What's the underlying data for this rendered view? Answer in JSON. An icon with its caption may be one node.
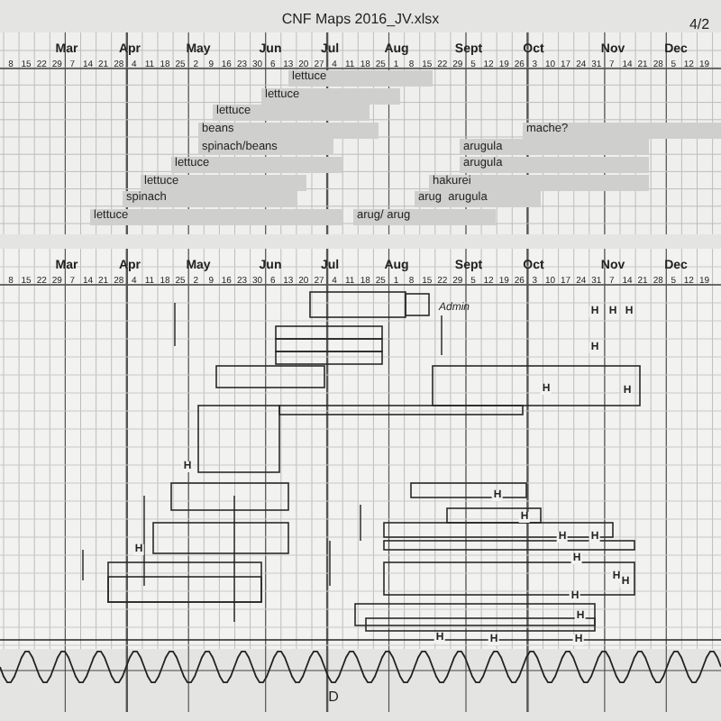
{
  "diagram": {
    "title": "CNF Maps 2016_JV.xlsx",
    "nodes": [
      {
        "text": [
          "lettuce"
        ]
      },
      {
        "text": [
          "lettuce"
        ]
      },
      {
        "text": [
          "lettuce"
        ]
      },
      {
        "text": [
          "beans"
        ]
      },
      {
        "text": [
          "mache?"
        ]
      },
      {
        "text": [
          "spinach/beans"
        ]
      },
      {
        "text": [
          "arugula"
        ]
      },
      {
        "text": [
          "lettuce"
        ]
      },
      {
        "text": [
          "arugula"
        ]
      },
      {
        "text": [
          "lettuce"
        ]
      },
      {
        "text": [
          "hakurei"
        ]
      },
      {
        "text": [
          "spinach"
        ]
      },
      {
        "text": [
          "arug  arugula"
        ]
      },
      {
        "text": [
          "lettuce"
        ]
      },
      {
        "text": [
          "arug/ arug"
        ]
      }
    ],
    "edges": [],
    "labels": [
      "4/2",
      "Mar",
      "Apr",
      "May",
      "Jun",
      "Jul",
      "Aug",
      "Sept",
      "Oct",
      "Nov",
      "Dec",
      "8",
      "15",
      "22",
      "29",
      "7",
      "14",
      "21",
      "28",
      "4",
      "11",
      "18",
      "25",
      "2",
      "9",
      "16",
      "23",
      "30",
      "6",
      "13",
      "20",
      "27",
      "4",
      "11",
      "18",
      "25",
      "1",
      "8",
      "15",
      "22",
      "29",
      "5",
      "12",
      "19",
      "26",
      "3",
      "10",
      "17",
      "24",
      "31",
      "7",
      "14",
      "21",
      "28",
      "5",
      "12",
      "19",
      "Mar",
      "Apr",
      "May",
      "Jun",
      "Jul",
      "Aug",
      "Sept",
      "Oct",
      "Nov",
      "Dec",
      "8",
      "15",
      "22",
      "29",
      "7",
      "14",
      "21",
      "28",
      "4",
      "11",
      "18",
      "25",
      "2",
      "9",
      "16",
      "23",
      "30",
      "6",
      "13",
      "20",
      "27",
      "4",
      "11",
      "18",
      "25",
      "1",
      "8",
      "15",
      "22",
      "29",
      "5",
      "12",
      "19",
      "26",
      "3",
      "10",
      "17",
      "24",
      "31",
      "7",
      "14",
      "21",
      "28",
      "5",
      "12",
      "19",
      "Admin",
      "H",
      "H",
      "H",
      "H",
      "H",
      "H",
      "H",
      "H",
      "H",
      "H",
      "H",
      "H",
      "H",
      "H",
      "H",
      "H",
      "H",
      "H",
      "H",
      "H",
      "D"
    ]
  }
}
